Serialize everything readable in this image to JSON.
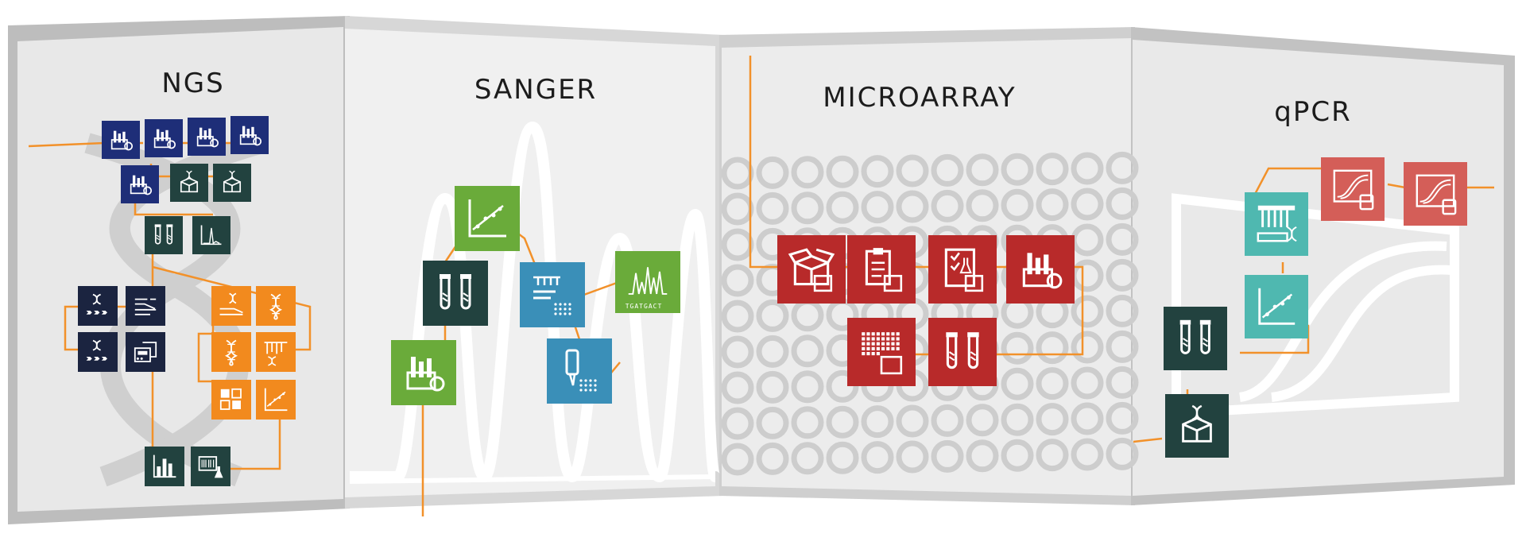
{
  "panels": {
    "ngs": {
      "title": "NGS"
    },
    "sanger": {
      "title": "SANGER",
      "sequence_label": "TGATGACT"
    },
    "microarray": {
      "title": "MICROARRAY"
    },
    "qpcr": {
      "title": "qPCR"
    }
  },
  "colors": {
    "navy": "#1e2e78",
    "dark_navy": "#1b2440",
    "dark_teal": "#22423f",
    "orange": "#f28a1e",
    "green": "#6aab3a",
    "blue": "#3a8fb8",
    "red": "#b82a2a",
    "salmon": "#d45e58",
    "teal": "#4fb8b0",
    "connector": "#f2912a",
    "panel_bg": "#eeeeee",
    "panel_border": "#c8c8c8"
  },
  "icons": {
    "ngs": [
      "sample-rack-icon",
      "sample-rack-icon",
      "sample-rack-icon",
      "sample-rack-icon",
      "sample-rack-icon",
      "dna-box-icon",
      "dna-box-icon",
      "tubes-icon",
      "peak-chart-icon",
      "dna-arrows-icon",
      "read-lines-icon",
      "dna-lines-icon",
      "dna-icon",
      "dna-arrows-icon",
      "sequencer-icon",
      "dna-icon",
      "comb-icon",
      "blocks-icon",
      "scatter-icon",
      "bar-chart-icon",
      "barcode-flask-icon"
    ],
    "sanger": [
      "scatter-icon",
      "tubes-icon",
      "plate-icon",
      "chromatogram-icon",
      "sample-rack-icon",
      "pipette-icon"
    ],
    "microarray": [
      "box-icon",
      "clipboard-icon",
      "checklist-flask-icon",
      "sample-rack-icon",
      "grid-icon",
      "tubes-icon"
    ],
    "qpcr": [
      "pipette-plate-icon",
      "curve-icon",
      "curve-icon",
      "scatter-icon",
      "tubes-icon",
      "dna-box-icon"
    ]
  }
}
